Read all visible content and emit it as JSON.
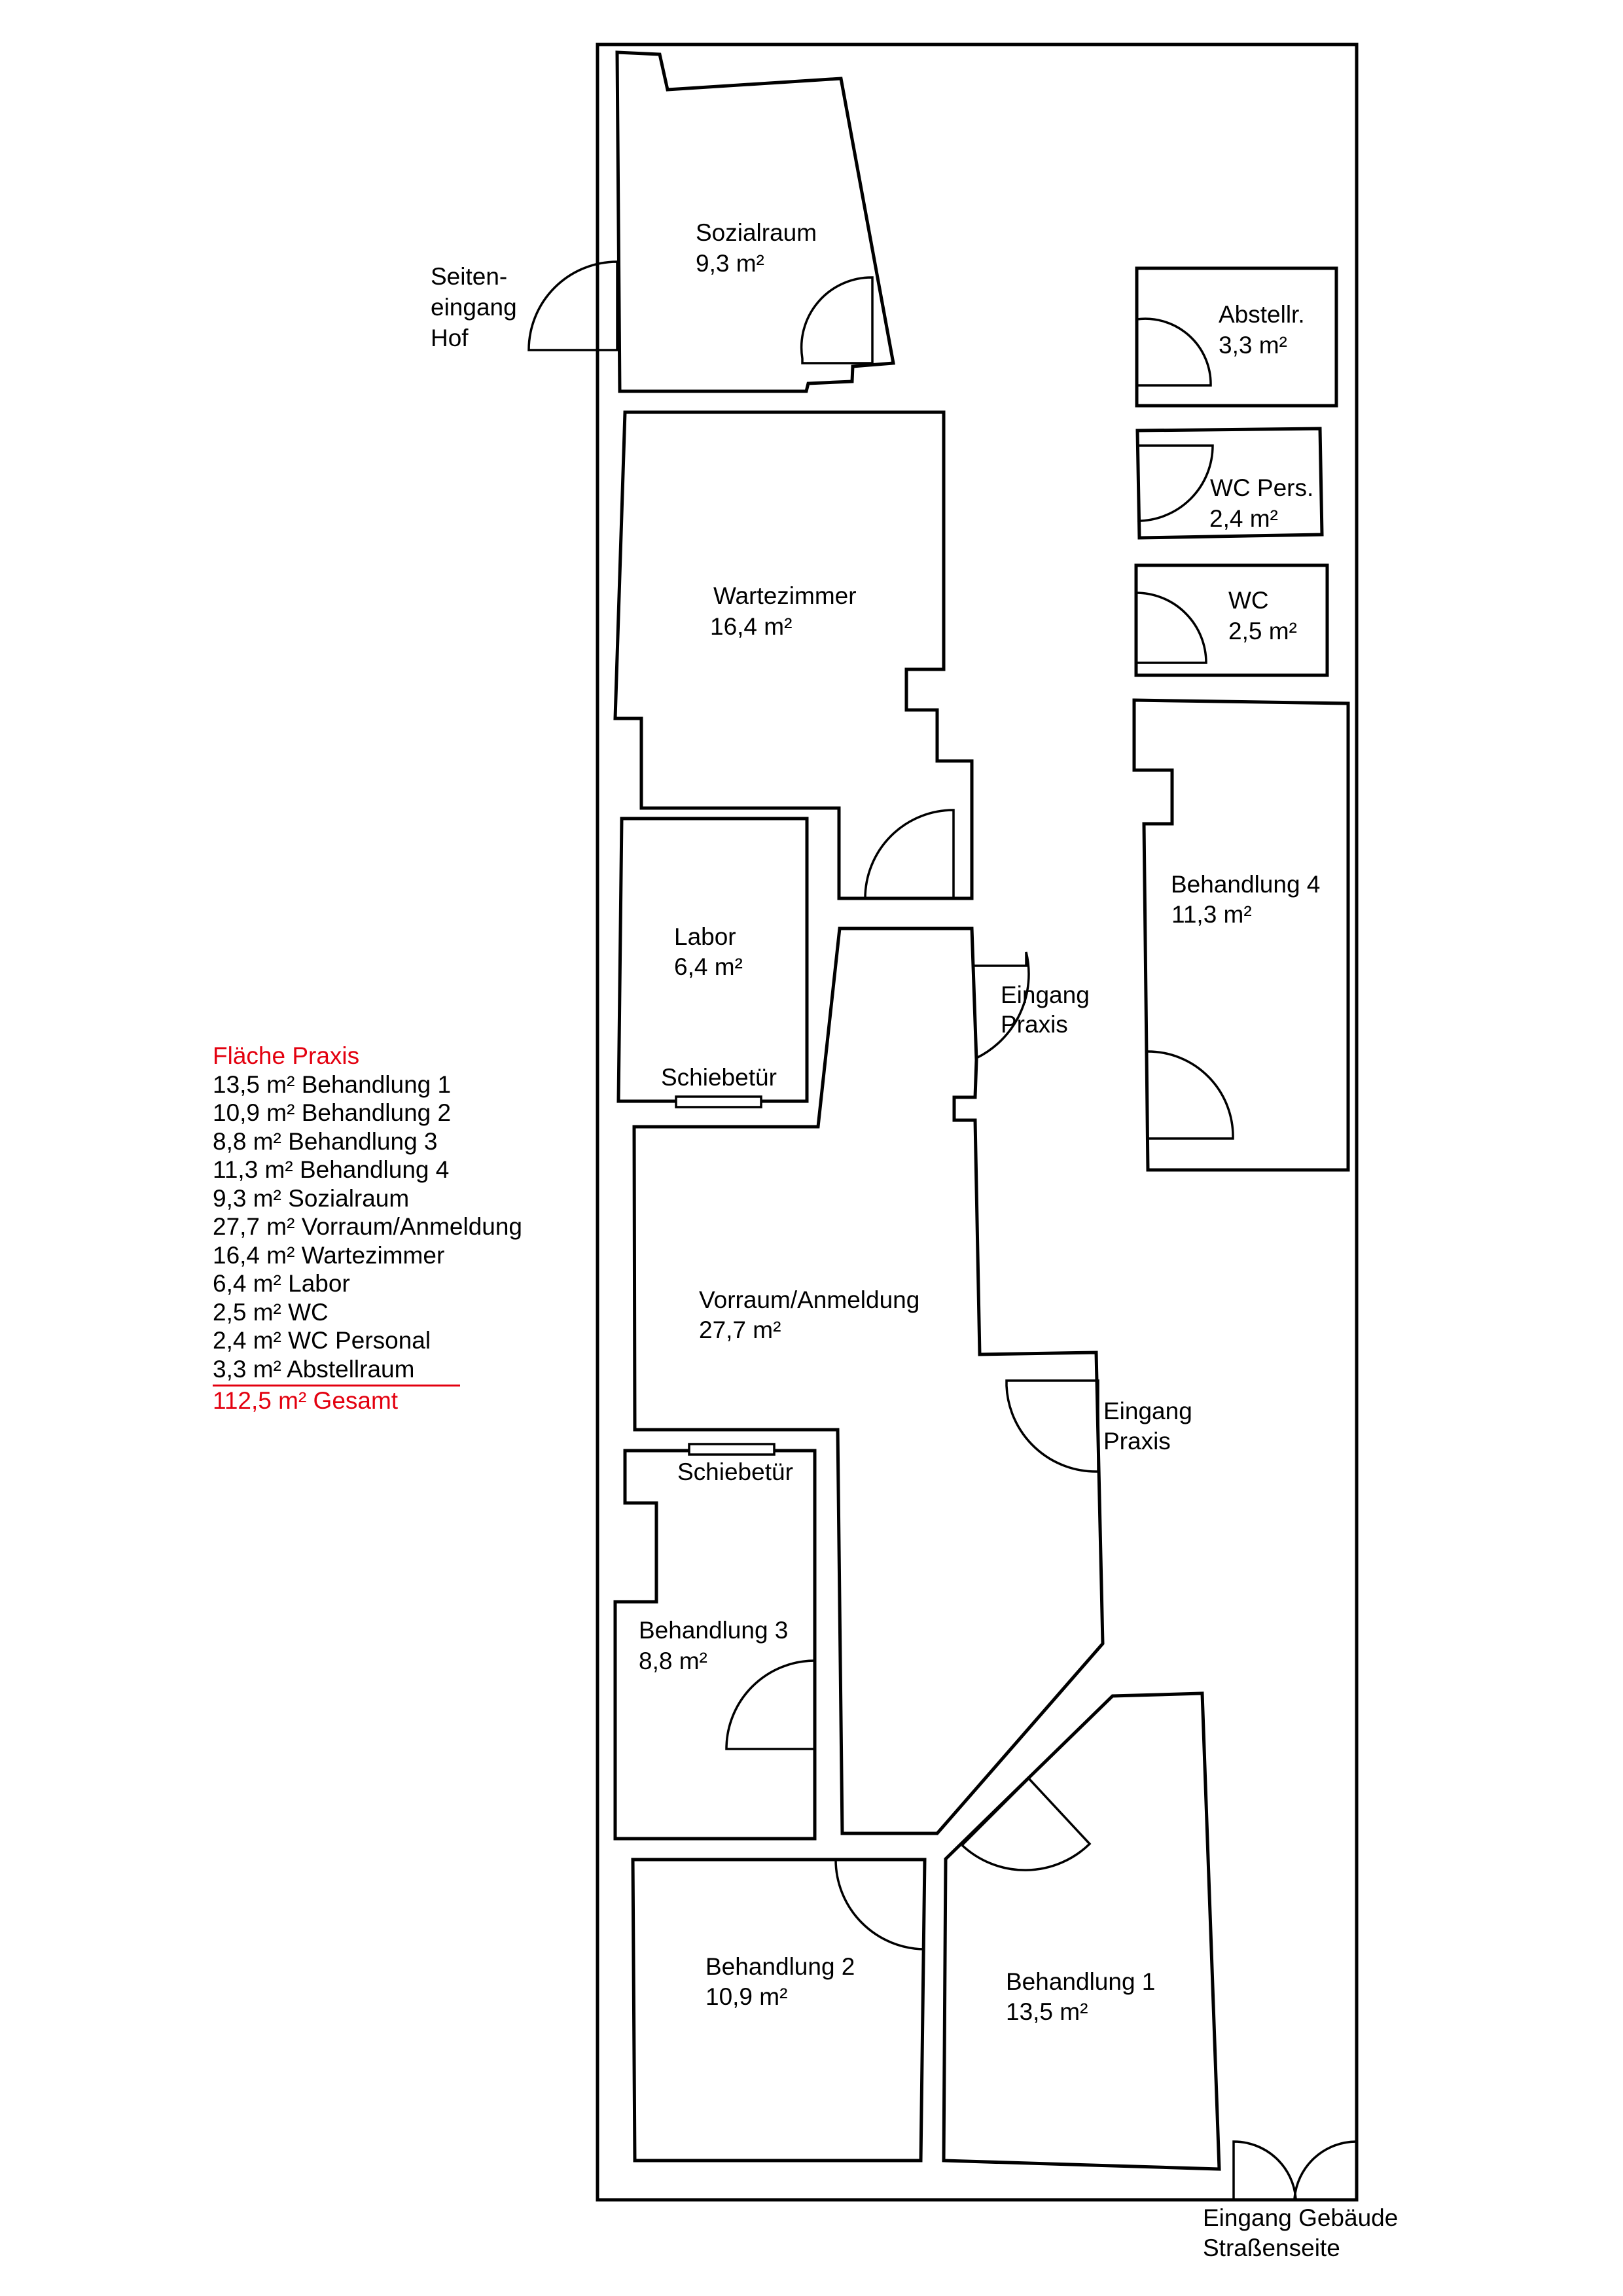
{
  "rooms": [
    {
      "id": "sozialraum",
      "name": "Sozialraum",
      "area": "9,3 m²"
    },
    {
      "id": "abstellraum",
      "name": "Abstellr.",
      "area": "3,3 m²"
    },
    {
      "id": "wc-personal",
      "name": "WC Pers.",
      "area": "2,4 m²"
    },
    {
      "id": "wc",
      "name": "WC",
      "area": "2,5 m²"
    },
    {
      "id": "wartezimmer",
      "name": "Wartezimmer",
      "area": "16,4 m²"
    },
    {
      "id": "behandlung-4",
      "name": "Behandlung 4",
      "area": "11,3 m²"
    },
    {
      "id": "labor",
      "name": "Labor",
      "area": "6,4 m²"
    },
    {
      "id": "vorraum",
      "name": "Vorraum/Anmeldung",
      "area": "27,7 m²"
    },
    {
      "id": "behandlung-3",
      "name": "Behandlung 3",
      "area": "8,8 m²"
    },
    {
      "id": "behandlung-2",
      "name": "Behandlung 2",
      "area": "10,9 m²"
    },
    {
      "id": "behandlung-1",
      "name": "Behandlung 1",
      "area": "13,5 m²"
    }
  ],
  "labels": {
    "side_entrance": [
      "Seiten-",
      "eingang",
      "Hof"
    ],
    "entrance_practice_upper": [
      "Eingang",
      "Praxis"
    ],
    "entrance_practice_lower": [
      "Eingang",
      "Praxis"
    ],
    "entrance_building": [
      "Eingang Gebäude",
      "Straßenseite"
    ],
    "sliding_door_labor": "Schiebetür",
    "sliding_door_b3": "Schiebetür"
  },
  "legend": {
    "title": "Fläche Praxis",
    "items": [
      "13,5 m² Behandlung 1",
      "10,9 m² Behandlung 2",
      "8,8 m² Behandlung 3",
      "11,3 m² Behandlung 4",
      "9,3 m² Sozialraum",
      "27,7 m² Vorraum/Anmeldung",
      "16,4 m² Wartezimmer",
      "6,4 m² Labor",
      "2,5 m² WC",
      "2,4 m² WC Personal",
      "3,3 m² Abstellraum"
    ],
    "total": "112,5 m² Gesamt"
  },
  "colors": {
    "walls": "#000000",
    "legend_accent": "#e3000f"
  }
}
